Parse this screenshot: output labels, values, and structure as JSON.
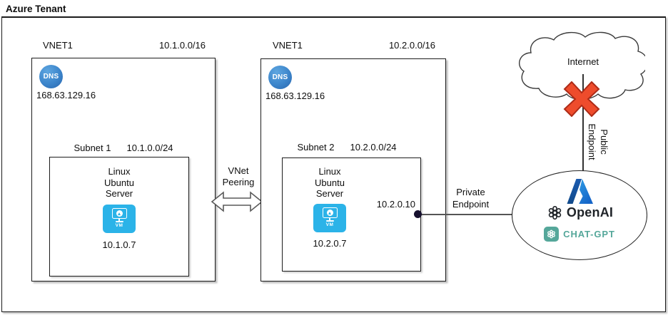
{
  "title": "Azure Tenant",
  "vnets": [
    {
      "name": "VNET1",
      "cidr": "10.1.0.0/16",
      "dns_icon_label": "DNS",
      "dns_ip": "168.63.129.16",
      "subnet": {
        "name": "Subnet 1",
        "cidr": "10.1.0.0/24",
        "server_line1": "Linux",
        "server_line2": "Ubuntu",
        "server_line3": "Server",
        "vm_badge": "VM",
        "vm_ip": "10.1.0.7"
      }
    },
    {
      "name": "VNET1",
      "cidr": "10.2.0.0/16",
      "dns_icon_label": "DNS",
      "dns_ip": "168.63.129.16",
      "subnet": {
        "name": "Subnet 2",
        "cidr": "10.2.0.0/24",
        "server_line1": "Linux",
        "server_line2": "Ubuntu",
        "server_line3": "Server",
        "vm_badge": "VM",
        "vm_ip": "10.2.0.7"
      },
      "private_endpoint_ip": "10.2.0.10"
    }
  ],
  "peering": {
    "line1": "VNet",
    "line2": "Peering"
  },
  "internet_cloud": {
    "label": "Internet",
    "blocked_icon": "red-x"
  },
  "public_endpoint": {
    "line1": "Public",
    "line2": "Endpoint"
  },
  "private_endpoint": {
    "line1": "Private",
    "line2": "Endpoint"
  },
  "openai_service": {
    "openai_label": "OpenAI",
    "chatgpt_label": "CHAT-GPT"
  },
  "colors": {
    "vm_icon_bg": "#2BB3E8",
    "dns_icon_bg": "#3C85CB",
    "chatgpt_teal": "#55A79A",
    "blocked_x_fill": "#EE4C2C",
    "blocked_x_stroke": "#AD2B17",
    "azure_dark_blue": "#114A8B",
    "azure_light_blue": "#2E9BE5",
    "endpoint_dot": "#16102E"
  }
}
